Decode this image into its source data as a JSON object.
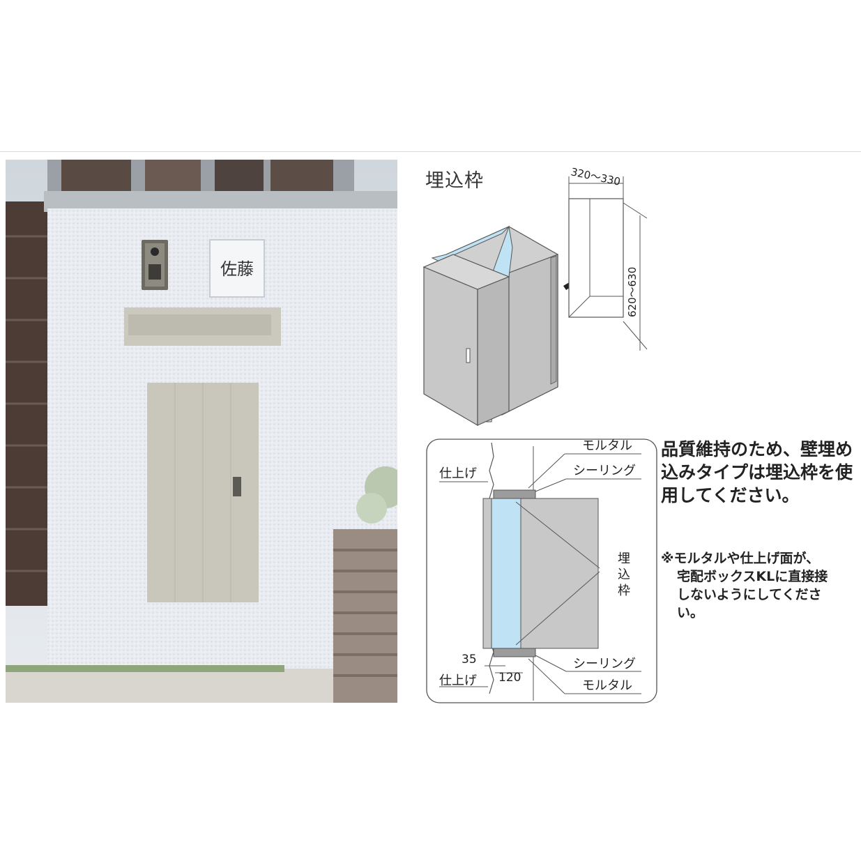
{
  "title": "埋込枠",
  "dims": {
    "width_range": "320～330",
    "height_range": "620～630"
  },
  "section_labels": {
    "mortar_top": "モルタル",
    "sealing_top": "シーリング",
    "finish_top": "仕上げ",
    "frame_1": "埋",
    "frame_2": "込",
    "frame_3": "枠",
    "dim_35": "35",
    "dim_120": "120",
    "finish_bottom": "仕上げ",
    "sealing_bottom": "シーリング",
    "mortar_bottom": "モルタル"
  },
  "note_main": "品質維持のため、壁埋め込みタイプは埋込枠を使用してください。",
  "note_sub": {
    "line1": "※モルタルや仕上げ面が、",
    "line2": "宅配ボックスKLに直接接",
    "line3": "しないようにしてくださ",
    "line4": "い。"
  },
  "colors": {
    "frame_glass": "#bfe3f5",
    "box_gray": "#c8c8c8",
    "wall_white": "#e8ecef",
    "panel_beige": "#c9c7bb"
  }
}
